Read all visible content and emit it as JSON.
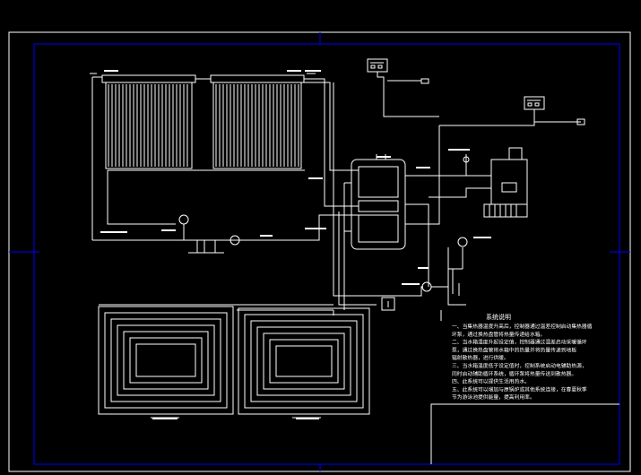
{
  "colors": {
    "background": "#000000",
    "outer_frame": "#ffffff",
    "inner_frame": "#0000ff",
    "crosshair": "#0000ff",
    "lines": "#ffffff"
  },
  "legend": {
    "title": "系统说明",
    "lines": [
      "一、当集热器温度升高后，控制器通过温差控制启动集热器循",
      "环泵，通过换热盘管将热量传递给水箱。",
      "二、当水箱温度升起设定值，控制器通过温差启动采暖循环",
      "泵，通过换热盘管将水箱中的热量并将热量传递到地板",
      "辐射散热器，进行供暖。",
      "三、当水箱温度低于设定值时，控制系统启动电辅助热源，",
      "同时启动辅助循环系统，循环泵将热量传送到散热器。",
      "四、此系统可以提供生活用热水。",
      "五、此系统可以增加与原锅炉或其他系统连接，在春夏秋季",
      "节为游泳池提供能量，提高利用率。"
    ]
  },
  "icons": {
    "controller_1": "temperature-controller-icon",
    "controller_2": "temperature-controller-icon",
    "pump": "circulation-pump-icon",
    "boiler": "auxiliary-boiler-icon",
    "tank": "storage-tank-icon"
  }
}
